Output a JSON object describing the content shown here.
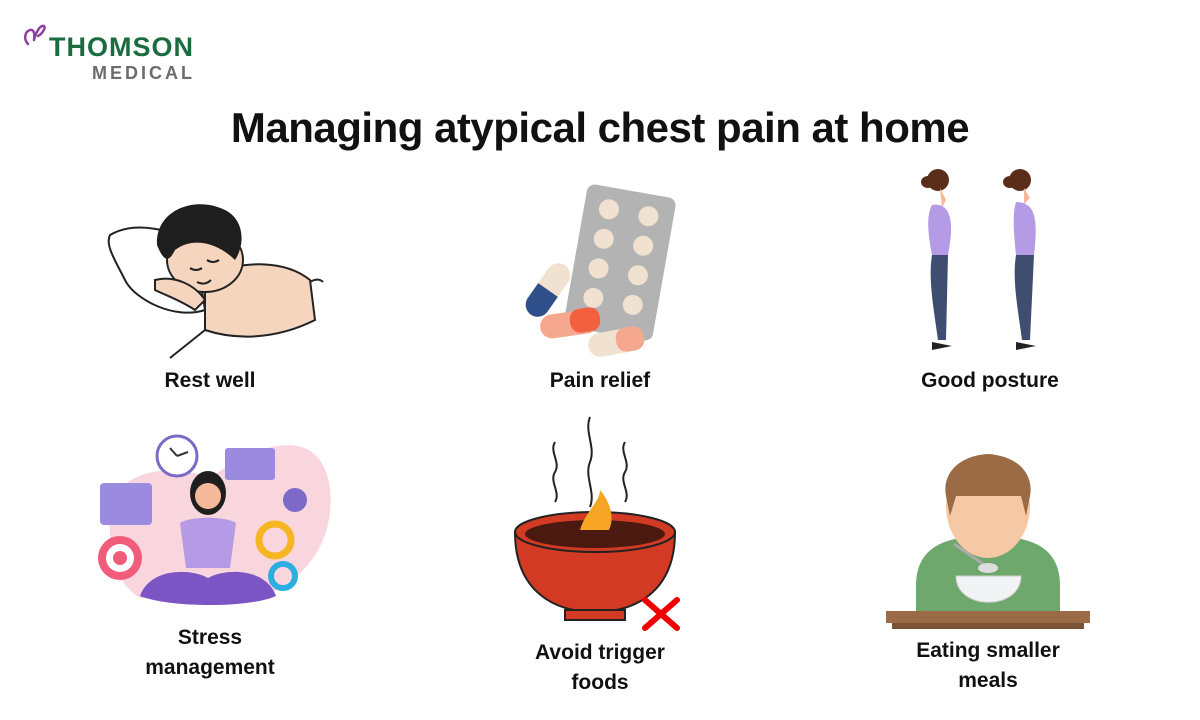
{
  "logo": {
    "brand": "THOMSON",
    "sub": "MEDICAL",
    "brand_color": "#1a6b3f",
    "sub_color": "#6b6b70",
    "mark_color": "#8e3fa0"
  },
  "title": "Managing atypical chest pain at home",
  "items": [
    {
      "label": "Rest well",
      "icon": "sleeping-person-icon"
    },
    {
      "label": "Pain relief",
      "icon": "pills-blister-icon"
    },
    {
      "label": "Good posture",
      "icon": "posture-comparison-icon"
    },
    {
      "label_line1": "Stress",
      "label_line2": "management",
      "icon": "meditation-icon"
    },
    {
      "label_line1": "Avoid trigger",
      "label_line2": "foods",
      "icon": "spicy-bowl-icon"
    },
    {
      "label_line1": "Eating smaller",
      "label_line2": "meals",
      "icon": "child-eating-icon"
    }
  ]
}
